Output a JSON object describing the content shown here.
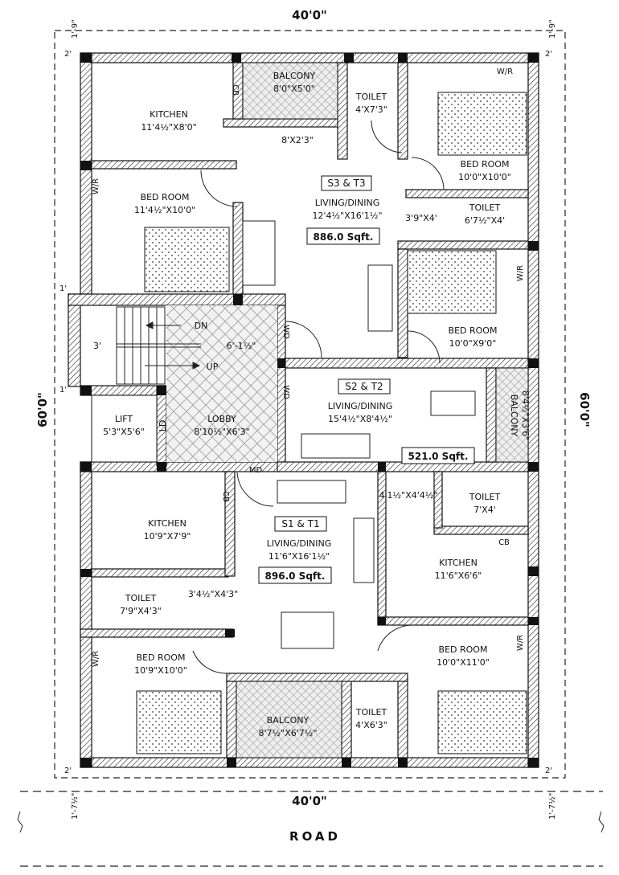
{
  "overall": {
    "width_top": "40'0\"",
    "width_bottom": "40'0\"",
    "depth_left": "60'0\"",
    "depth_right": "60'0\"",
    "side_setback_top_left": "1'-9\"",
    "side_setback_top_right": "1'-9\"",
    "corner_tl": "2'",
    "corner_tr": "2'",
    "corner_bl": "2'",
    "corner_br": "2'",
    "offset_left_1": "1'",
    "offset_left_2": "1'",
    "road_offset_left": "1'-7½\"",
    "road_offset_right": "1'-7½\""
  },
  "road": {
    "label": "ROAD"
  },
  "units": {
    "s3t3": {
      "tag": "S3 & T3",
      "room": "LIVING/DINING",
      "size": "12'4½\"X16'1½\"",
      "area": "886.0 Sqft."
    },
    "s2t2": {
      "tag": "S2 & T2",
      "room": "LIVING/DINING",
      "size": "15'4½\"X8'4½\"",
      "area": "521.0 Sqft."
    },
    "s1t1": {
      "tag": "S1 & T1",
      "room": "LIVING/DINING",
      "size": "11'6\"X16'1½\"",
      "area": "896.0 Sqft."
    }
  },
  "rooms": {
    "kitchen_top": {
      "name": "KITCHEN",
      "size": "11'4½\"X8'0\""
    },
    "balcony_top": {
      "name": "BALCONY",
      "size": "8'0\"X5'0\""
    },
    "toilet_top": {
      "name": "TOILET",
      "size": "4'X7'3\""
    },
    "bed_top_right": {
      "name": "BED ROOM",
      "size": "10'0\"X10'0\""
    },
    "bed_top_left": {
      "name": "BED ROOM",
      "size": "11'4½\"X10'0\""
    },
    "passage_top": {
      "size": "8'X2'3\""
    },
    "toilet_top_right": {
      "name": "TOILET",
      "size": "6'7½\"X4'"
    },
    "passage_right": {
      "size": "3'9\"X4'"
    },
    "bed_mid_right": {
      "name": "BED ROOM",
      "size": "10'0\"X9'0\""
    },
    "stair": {
      "dn": "DN",
      "up": "UP",
      "width": "3'",
      "length": "6'-1½\""
    },
    "lift": {
      "name": "LIFT",
      "size": "5'3\"X5'6\"",
      "ld": "LD"
    },
    "lobby": {
      "name": "LOBBY",
      "size": "8'10½\"X6'3\""
    },
    "balcony_right": {
      "name": "BALCONY",
      "size": "8'4½\"X3'6\""
    },
    "kitchen_bl": {
      "name": "KITCHEN",
      "size": "10'9\"X7'9\""
    },
    "toilet_bl": {
      "name": "TOILET",
      "size": "7'9\"X4'3\""
    },
    "passage_bl": {
      "size": "3'4½\"X4'3\""
    },
    "passage_br": {
      "size": "4'1½\"X4'4½\""
    },
    "toilet_br": {
      "name": "TOILET",
      "size": "7'X4'"
    },
    "kitchen_br": {
      "name": "KITCHEN",
      "size": "11'6\"X6'6\""
    },
    "bed_bl": {
      "name": "BED ROOM",
      "size": "10'9\"X10'0\""
    },
    "bed_br": {
      "name": "BED ROOM",
      "size": "10'0\"X11'0\""
    },
    "balcony_bottom": {
      "name": "BALCONY",
      "size": "8'7½\"X6'7½\""
    },
    "toilet_bottom": {
      "name": "TOILET",
      "size": "4'X6'3\""
    }
  },
  "tags": {
    "cb": "CB",
    "wr": "W/R",
    "md": "MD",
    "wd": "WD"
  }
}
